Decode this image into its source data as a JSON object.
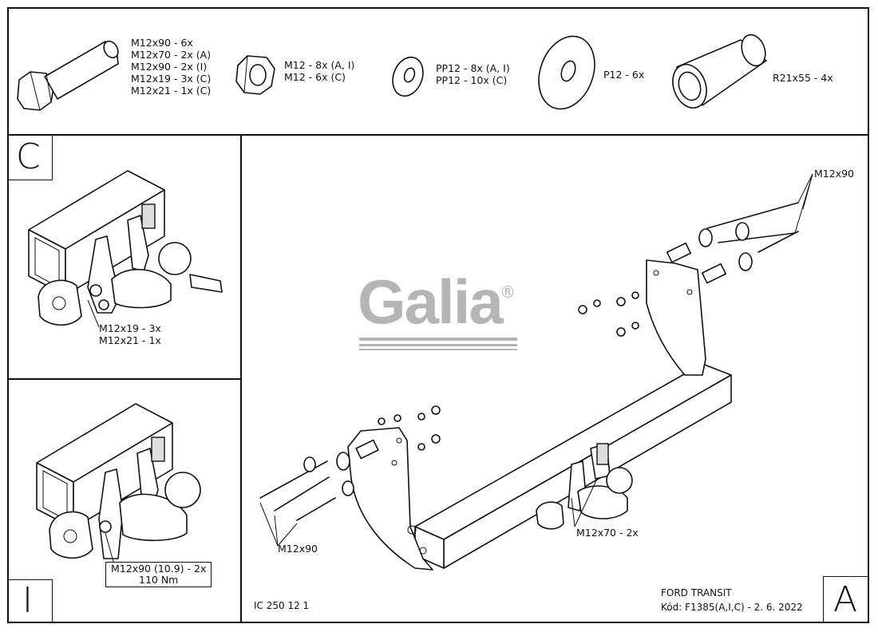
{
  "hardware": {
    "bolt_lines": [
      "M12x90 - 6x",
      "M12x70 - 2x (A)",
      "M12x90 - 2x (I)",
      "M12x19 - 3x (C)",
      "M12x21 - 1x (C)"
    ],
    "nut_lines": [
      "M12 - 8x (A, I)",
      "M12 - 6x (C)"
    ],
    "washer_lines": [
      "PP12 - 8x (A, I)",
      "PP12 - 10x (C)"
    ],
    "big_washer": "P12 - 6x",
    "spacer": "R21x55 - 4x"
  },
  "panel_c": {
    "letter": "C",
    "callout_lines": [
      "M12x19 - 3x",
      "M12x21 - 1x"
    ]
  },
  "panel_i": {
    "letter": "I",
    "torque_lines": [
      "M12x90 (10.9) - 2x",
      "110 Nm"
    ]
  },
  "panel_a": {
    "letter": "A",
    "logo_text": "Galia",
    "logo_mark": "®",
    "callout_top_right": "M12x90",
    "callout_bottom_left": "M12x90",
    "callout_ball": "M12x70 - 2x",
    "doc_number": "IC 250 12 1",
    "vehicle": "FORD TRANSIT",
    "code": "Kód: F1385(A,I,C) - 2. 6. 2022"
  },
  "colors": {
    "line": "#111111",
    "logo": "#b5b5b5"
  }
}
